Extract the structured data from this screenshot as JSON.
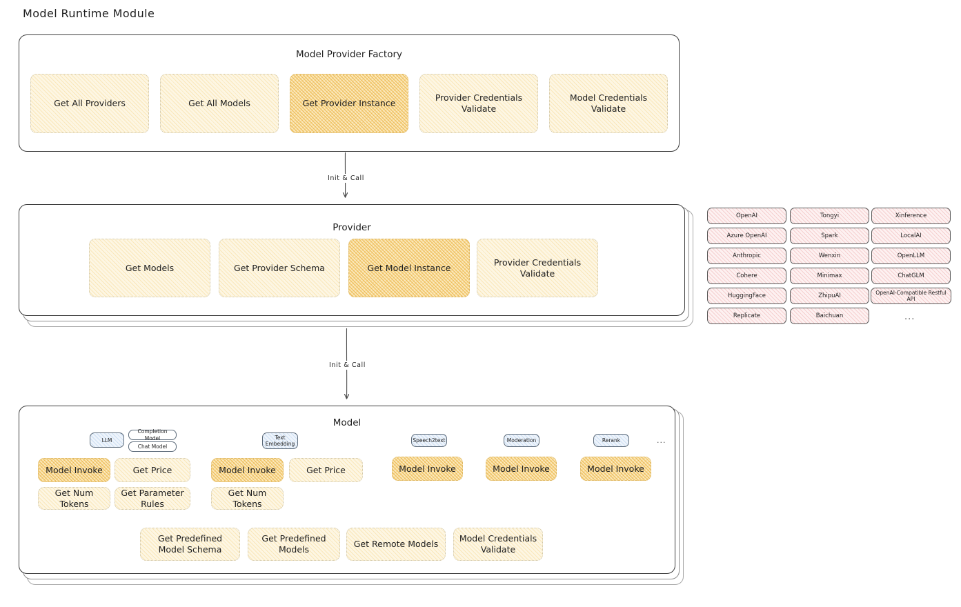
{
  "page": {
    "title": "Model Runtime Module"
  },
  "factory": {
    "title": "Model Provider Factory",
    "nodes": [
      {
        "label": "Get All Providers",
        "highlight": false
      },
      {
        "label": "Get All Models",
        "highlight": false
      },
      {
        "label": "Get Provider Instance",
        "highlight": true
      },
      {
        "label": "Provider Credentials Validate",
        "highlight": false
      },
      {
        "label": "Model Credentials Validate",
        "highlight": false
      }
    ]
  },
  "arrows": [
    {
      "label": "Init & Call"
    },
    {
      "label": "Init & Call"
    }
  ],
  "provider": {
    "title": "Provider",
    "nodes": [
      {
        "label": "Get Models",
        "highlight": false
      },
      {
        "label": "Get Provider Schema",
        "highlight": false
      },
      {
        "label": "Get Model Instance",
        "highlight": true
      },
      {
        "label": "Provider Credentials Validate",
        "highlight": false
      }
    ]
  },
  "provider_list": {
    "columns": [
      [
        "OpenAI",
        "Azure OpenAI",
        "Anthropic",
        "Cohere",
        "HuggingFace",
        "Replicate"
      ],
      [
        "Tongyi",
        "Spark",
        "Wenxin",
        "Minimax",
        "ZhipuAI",
        "Baichuan"
      ],
      [
        "Xinference",
        "LocalAI",
        "OpenLLM",
        "ChatGLM",
        "OpenAI-Compatible Restful API"
      ]
    ],
    "more": "..."
  },
  "model": {
    "title": "Model",
    "more": "...",
    "types": [
      {
        "badge": "LLM",
        "badge_style": "blue",
        "sub_badges": [
          "Completion Model",
          "Chat Model"
        ],
        "methods": [
          {
            "label": "Model Invoke",
            "highlight": true
          },
          {
            "label": "Get Price",
            "highlight": false
          },
          {
            "label": "Get Num Tokens",
            "highlight": false
          },
          {
            "label": "Get Parameter Rules",
            "highlight": false
          }
        ]
      },
      {
        "badge": "Text Embedding",
        "badge_style": "blue",
        "sub_badges": [],
        "methods": [
          {
            "label": "Model Invoke",
            "highlight": true
          },
          {
            "label": "Get Price",
            "highlight": false
          },
          {
            "label": "Get Num Tokens",
            "highlight": false
          }
        ]
      },
      {
        "badge": "Speech2text",
        "badge_style": "blue",
        "sub_badges": [],
        "methods": [
          {
            "label": "Model Invoke",
            "highlight": true
          }
        ]
      },
      {
        "badge": "Moderation",
        "badge_style": "blue",
        "sub_badges": [],
        "methods": [
          {
            "label": "Model Invoke",
            "highlight": true
          }
        ]
      },
      {
        "badge": "Rerank",
        "badge_style": "blue",
        "sub_badges": [],
        "methods": [
          {
            "label": "Model Invoke",
            "highlight": true
          }
        ]
      }
    ],
    "common_methods": [
      {
        "label": "Get Predefined Model Schema",
        "highlight": false
      },
      {
        "label": "Get Predefined Models",
        "highlight": false
      },
      {
        "label": "Get Remote Models",
        "highlight": false
      },
      {
        "label": "Model Credentials Validate",
        "highlight": false
      }
    ]
  },
  "colors": {
    "amber_fill": "#fdf6e3",
    "amber_highlight": "#fbe9bd",
    "rose_fill": "#fdf1f1",
    "blue_fill": "#eef4fb",
    "stroke": "#3a3a3a"
  }
}
